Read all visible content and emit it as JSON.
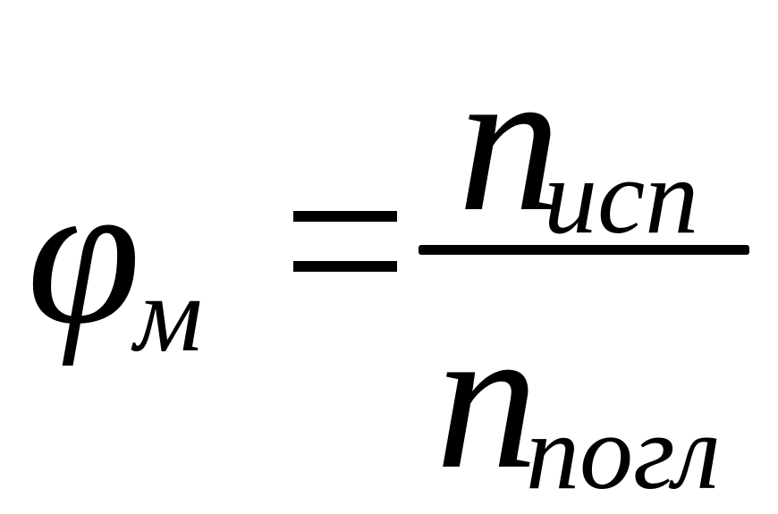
{
  "formula": {
    "lhs": {
      "symbol": "φ",
      "subscript": "м"
    },
    "operator": "=",
    "fraction": {
      "numerator": {
        "symbol": "n",
        "subscript": "исп"
      },
      "denominator": {
        "symbol": "n",
        "subscript": "погл"
      }
    }
  },
  "colors": {
    "background": "#ffffff",
    "ink": "#000000"
  }
}
